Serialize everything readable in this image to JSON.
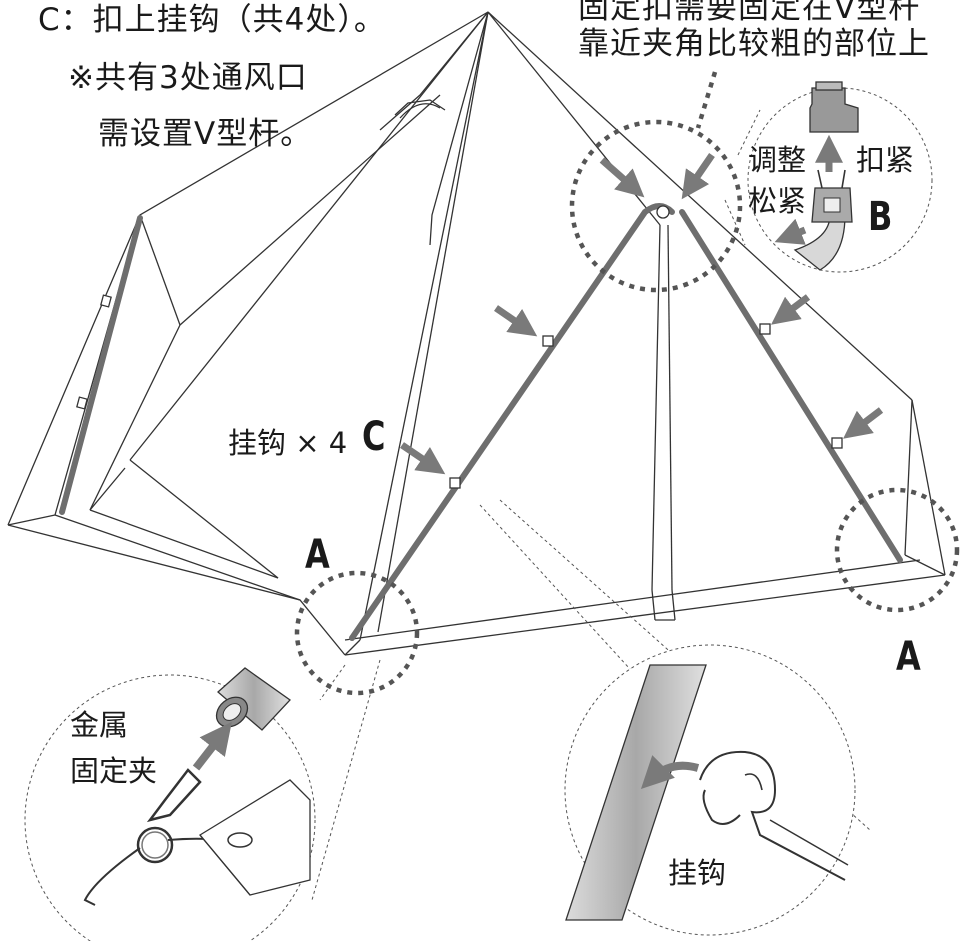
{
  "instructions": {
    "step_c": "C：扣上挂钩（共4处）。",
    "note_line1": "※共有3处通风口",
    "note_line2": "需设置V型杆。"
  },
  "top_note": {
    "line1": "固定扣需要固定在V型杆",
    "line2": "靠近夹角比较粗的部位上"
  },
  "buckle_detail": {
    "adjust": "调整",
    "loosen": "松紧",
    "tighten": "扣紧",
    "letter": "B"
  },
  "hook_label": {
    "text": "挂钩 × 4",
    "letter": "C"
  },
  "corner_markers": {
    "left": "A",
    "right": "A"
  },
  "clip_detail": {
    "line1": "金属",
    "line2": "固定夹"
  },
  "hook_detail": {
    "label": "挂钩"
  },
  "colors": {
    "line": "#333333",
    "pole": "#6e6e6e",
    "arrow": "#7a7a7a",
    "dotted_circle": "#555555"
  }
}
